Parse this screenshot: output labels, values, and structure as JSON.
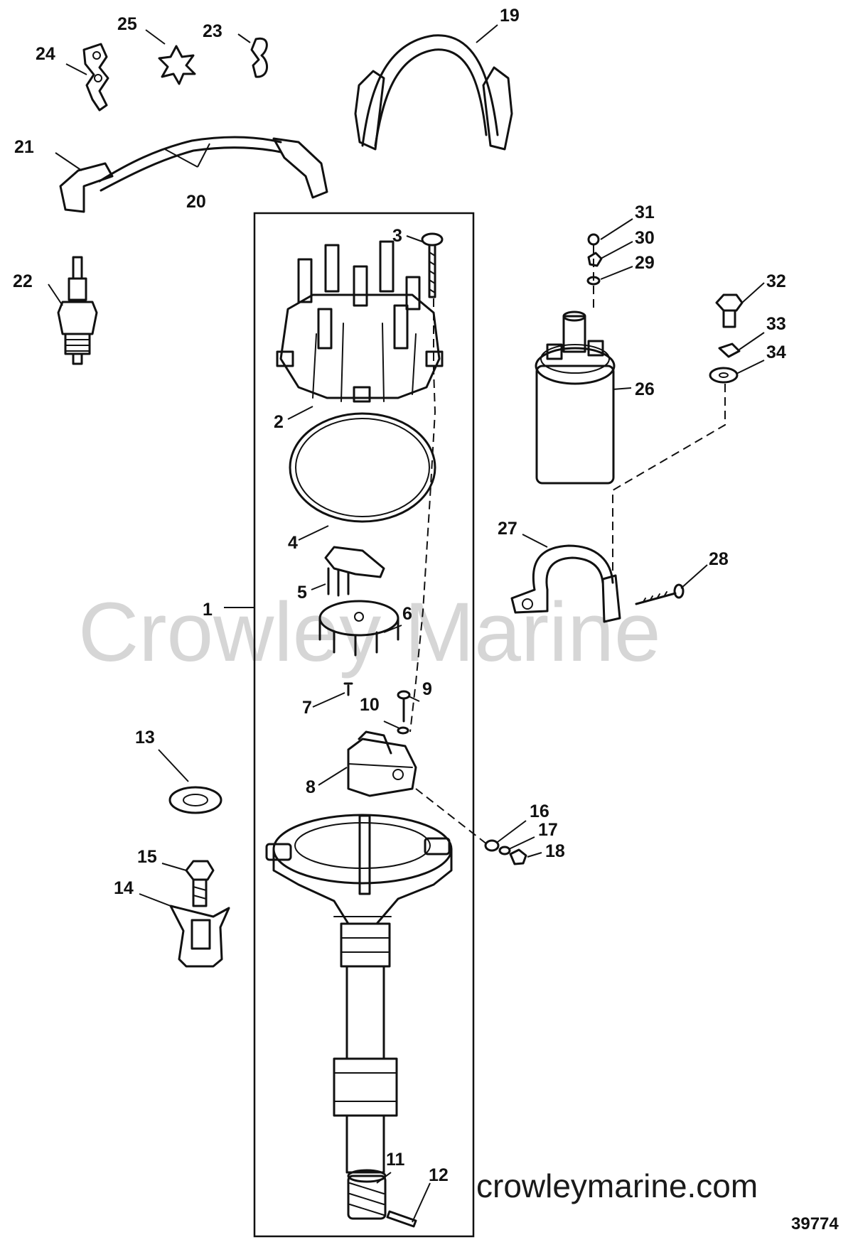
{
  "watermark": {
    "brand": "Crowley Marine",
    "url": "crowleymarine.com"
  },
  "figure_number": "39774",
  "callouts": [
    "1",
    "2",
    "3",
    "4",
    "5",
    "6",
    "7",
    "8",
    "9",
    "10",
    "11",
    "12",
    "13",
    "14",
    "15",
    "16",
    "17",
    "18",
    "19",
    "20",
    "21",
    "22",
    "23",
    "24",
    "25",
    "26",
    "27",
    "28",
    "29",
    "30",
    "31",
    "32",
    "33",
    "34"
  ]
}
